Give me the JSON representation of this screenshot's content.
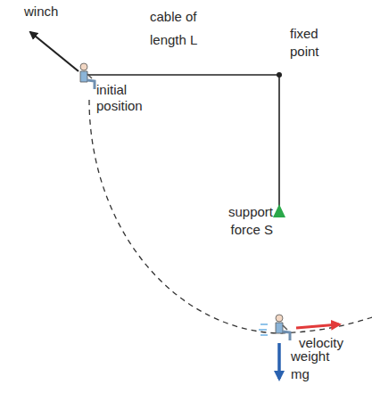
{
  "diagram": {
    "labels": [
      "winch",
      "cable of length L",
      "fixed point",
      "initial position",
      "support force S",
      "velocity",
      "weight mg"
    ]
  }
}
